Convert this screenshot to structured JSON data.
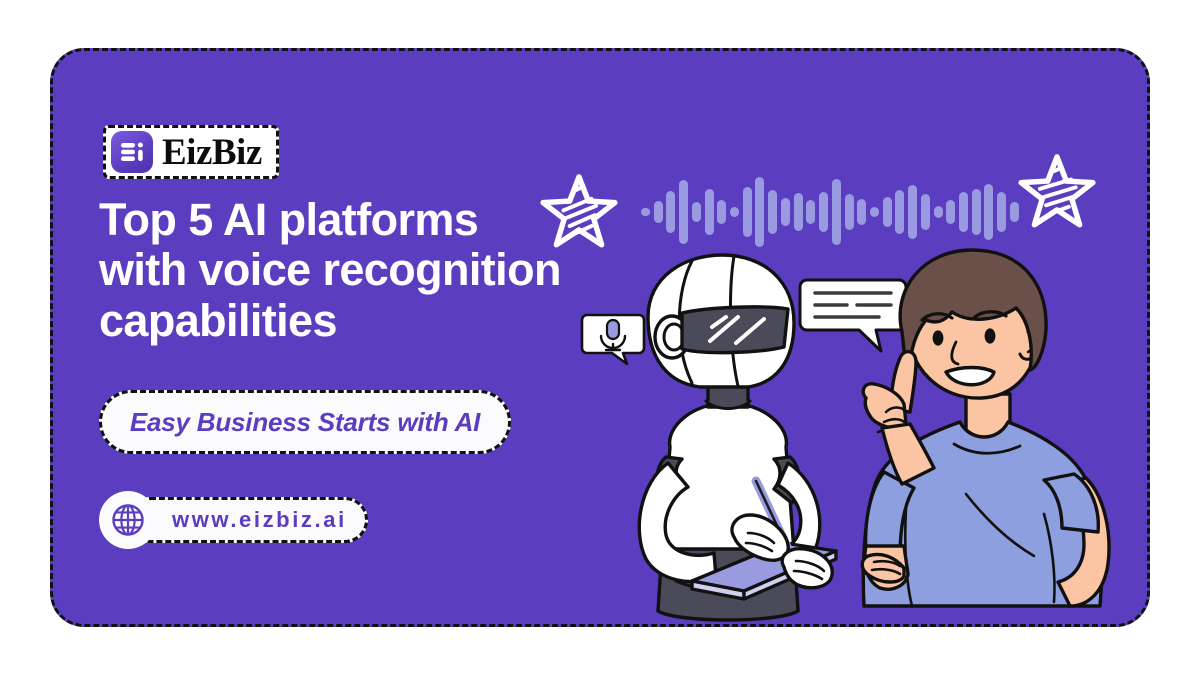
{
  "brand": {
    "name": "EizBiz",
    "logo_icon": "list-bars-i-icon",
    "accent_color": "#5b3dc0",
    "background_color": "#5b3dc0",
    "card_background": "#5b3dc0",
    "wave_color": "#9a9ae0",
    "text_color": "#ffffff"
  },
  "headline": {
    "line1": "Top 5 AI platforms",
    "line2": "with voice recognition",
    "line3": "capabilities",
    "full": "Top 5 AI platforms with voice recognition capabilities"
  },
  "tagline": {
    "text": "Easy Business Starts with AI"
  },
  "website": {
    "url": "www.eizbiz.ai",
    "icon": "globe-icon"
  },
  "decor": {
    "star_left": "star-sketch-icon",
    "star_right": "star-sketch-icon",
    "waveform_icon": "audio-waveform-icon",
    "waveform_bars": [
      8,
      22,
      42,
      64,
      20,
      46,
      24,
      10,
      50,
      70,
      44,
      28,
      38,
      24,
      40,
      66,
      36,
      26,
      10,
      30,
      44,
      54,
      36,
      12,
      24,
      40,
      46,
      56,
      40,
      20
    ]
  },
  "illustration": {
    "robot": {
      "name": "ai-robot-character",
      "bubble_icon": "microphone-icon",
      "device": "tablet-with-stylus",
      "body_color": "#ffffff",
      "accent_color": "#4a4a58",
      "device_color": "#9a9ae0"
    },
    "person": {
      "name": "smiling-man-character",
      "bubble_icon": "chat-message-icon",
      "gesture": "pointing-up-hand",
      "shirt_color": "#8e9fe0",
      "hair_color": "#6b5049",
      "skin_color": "#fbc5a4"
    }
  }
}
